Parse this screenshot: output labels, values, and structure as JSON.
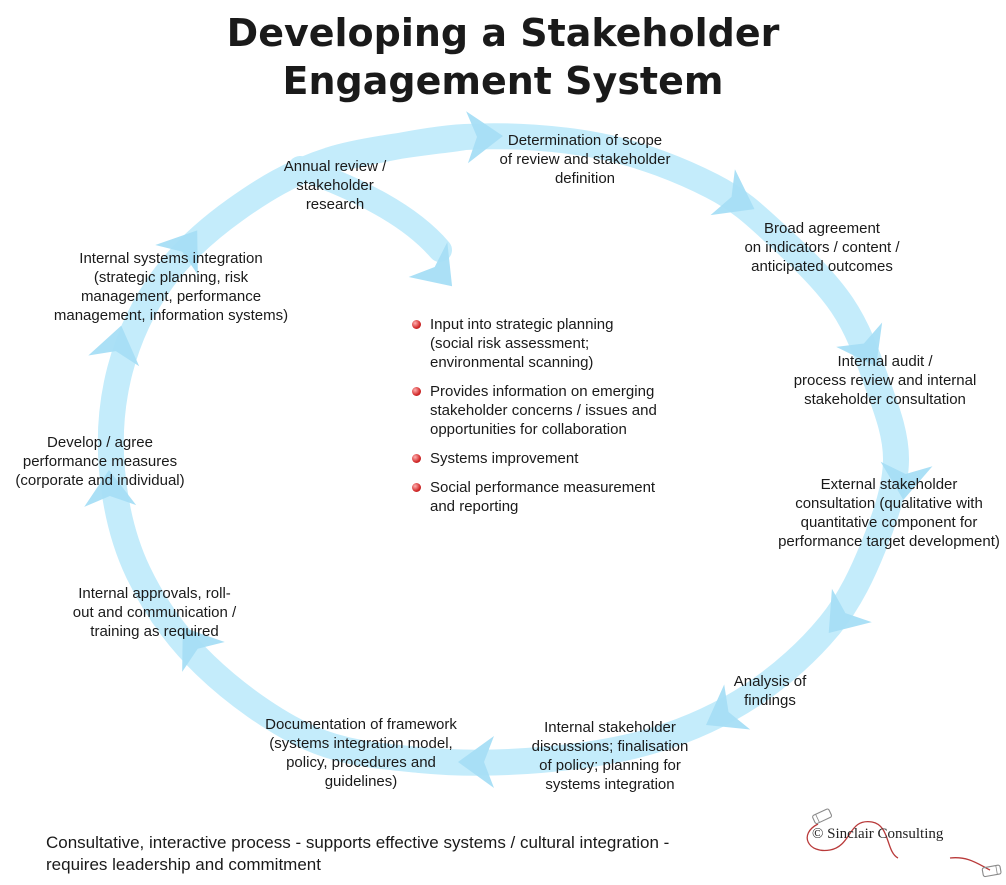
{
  "title": {
    "line1": "Developing a Stakeholder",
    "line2": "Engagement System"
  },
  "colors": {
    "ring": "#c4ecfb",
    "arrowhead": "#a6def5",
    "bullet": "#d22a2a",
    "text": "#1a1a1a"
  },
  "steps": [
    {
      "lines": [
        "Determination of scope",
        "of review and stakeholder",
        "definition"
      ]
    },
    {
      "lines": [
        "Broad agreement",
        "on indicators / content /",
        "anticipated outcomes"
      ]
    },
    {
      "lines": [
        "Internal audit /",
        "process review and internal",
        "stakeholder consultation"
      ]
    },
    {
      "lines": [
        "External stakeholder",
        "consultation (qualitative with",
        "quantitative component for",
        "performance target development)"
      ]
    },
    {
      "lines": [
        "Analysis of",
        "findings"
      ]
    },
    {
      "lines": [
        "Internal stakeholder",
        "discussions; finalisation",
        "of policy; planning for",
        "systems integration"
      ]
    },
    {
      "lines": [
        "Documentation of framework",
        "(systems integration model,",
        "policy, procedures and",
        "guidelines)"
      ]
    },
    {
      "lines": [
        "Internal approvals, roll-",
        "out and communication /",
        "training as required"
      ]
    },
    {
      "lines": [
        "Develop / agree",
        "performance measures",
        "(corporate and individual)"
      ]
    },
    {
      "lines": [
        "Internal systems integration",
        "(strategic planning, risk",
        "management, performance",
        "management, information systems)"
      ]
    },
    {
      "lines": [
        "Annual review /",
        "stakeholder",
        "research"
      ]
    }
  ],
  "outcomes": [
    {
      "lines": [
        "Input into strategic planning",
        "(social risk assessment;",
        "environmental scanning)"
      ]
    },
    {
      "lines": [
        "Provides information on emerging",
        "stakeholder concerns / issues and",
        "opportunities for collaboration"
      ]
    },
    {
      "lines": [
        "Systems improvement"
      ]
    },
    {
      "lines": [
        "Social performance measurement",
        "and reporting"
      ]
    }
  ],
  "footer": {
    "line1": "Consultative, interactive process - supports effective systems / cultural integration -",
    "line2": "requires leadership and commitment"
  },
  "copyright": "© Sinclair Consulting"
}
